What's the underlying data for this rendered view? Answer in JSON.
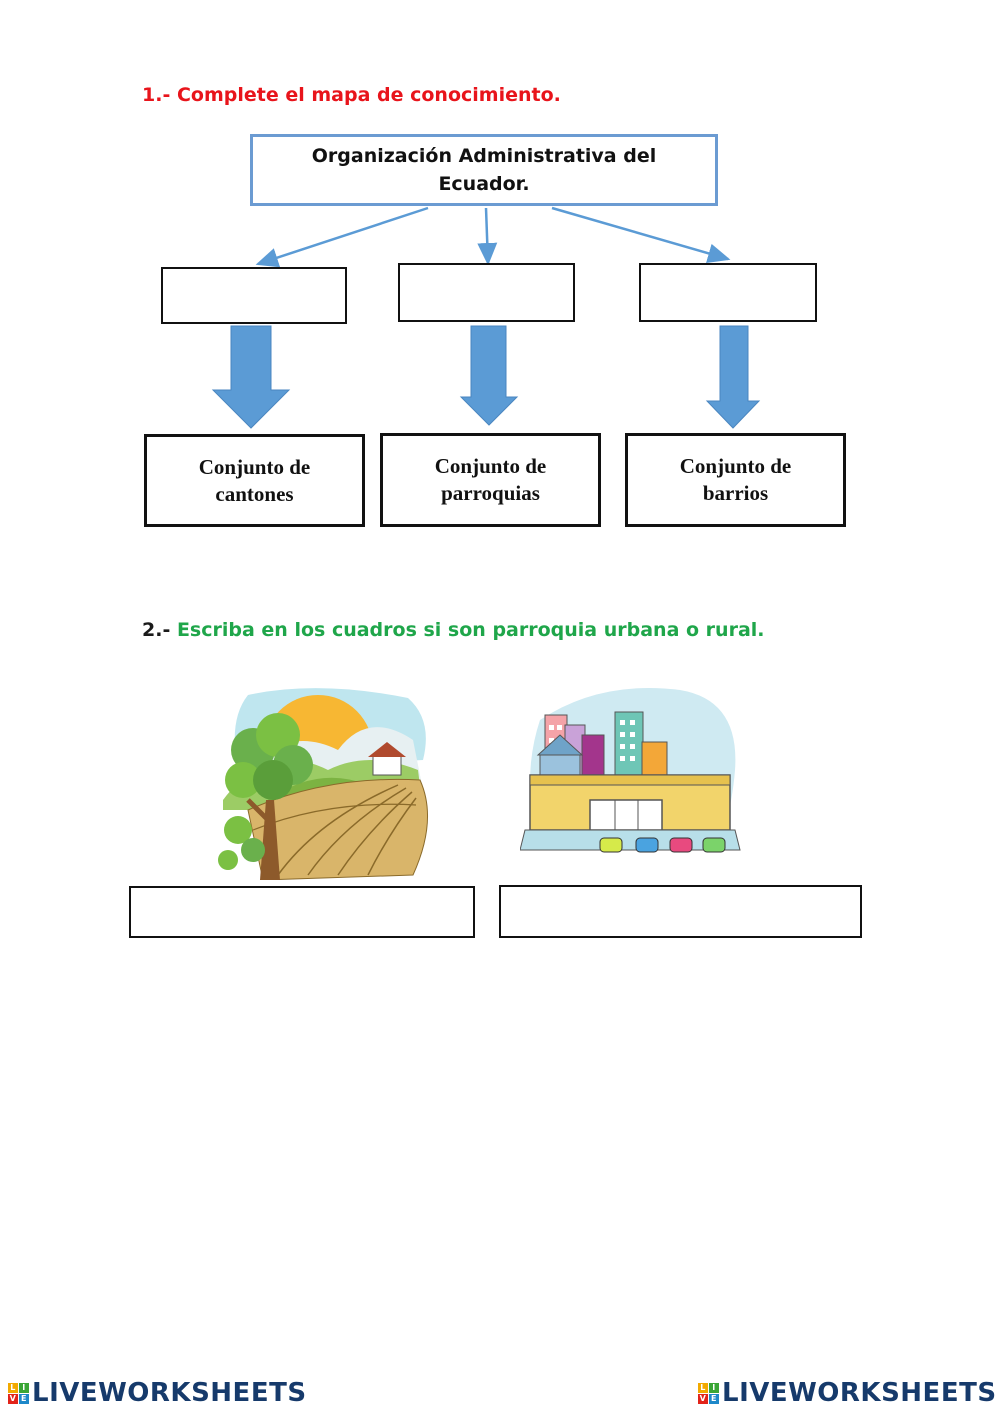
{
  "section1": {
    "number": "1.-",
    "instruction": "Complete el mapa de conocimiento.",
    "root_box_text": "Organización Administrativa del\nEcuador.",
    "blank_boxes": [
      "",
      "",
      ""
    ],
    "result_boxes": [
      "Conjunto de\ncantones",
      "Conjunto de\nparroquias",
      "Conjunto de\nbarrios"
    ]
  },
  "section2": {
    "number": "2.-",
    "instruction": "Escriba en los cuadros si son parroquia urbana o rural.",
    "images": [
      "rural-landscape",
      "urban-city"
    ],
    "answer_boxes": [
      "",
      ""
    ]
  },
  "footer": {
    "logo_left": "LIVEWORKSHEETS",
    "logo_right": "LIVEWORKSHEETS"
  },
  "colors": {
    "section1_title": "#e8141b",
    "section2_title": "#1fa64a",
    "arrow": "#5b9bd5",
    "logo": "#163a6b"
  }
}
